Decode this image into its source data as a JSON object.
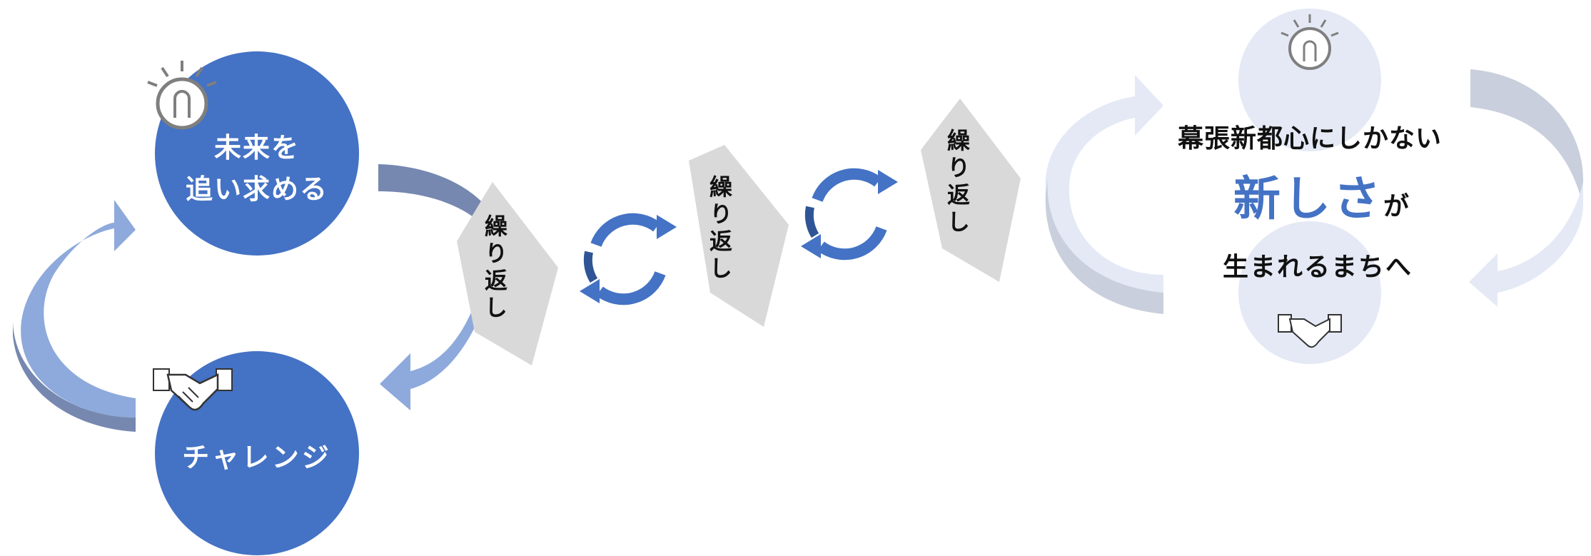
{
  "cycle": {
    "top_circle_label_line1": "未来を",
    "top_circle_label_line2": "追い求める",
    "bottom_circle_label": "チャレンジ"
  },
  "repeat_label": "繰り返し",
  "final": {
    "line1": "幕張新都心にしかない",
    "line2_main": "新しさ",
    "line2_particle": "が",
    "line3": "生まれるまちへ"
  },
  "colors": {
    "primary_blue": "#4472C4",
    "light_blue": "#8EA9DB",
    "slate": "#7688B0",
    "pale_blue": "#E4E9F5",
    "gray_chevron": "#D9D9D9",
    "icon_gray": "#7F7F7F"
  },
  "icons": [
    "lightbulb-icon",
    "handshake-icon",
    "cycle-arrows-icon"
  ]
}
